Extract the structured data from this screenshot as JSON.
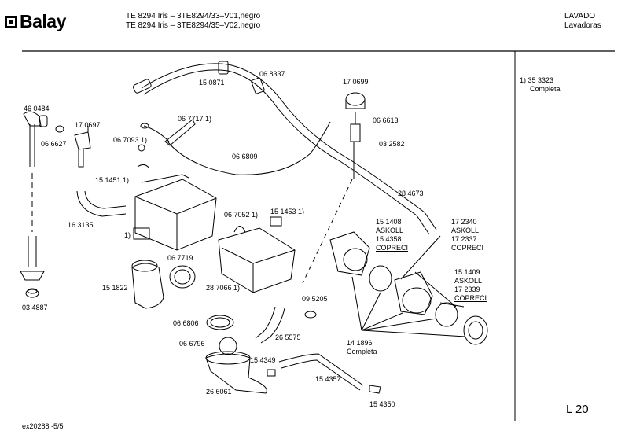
{
  "header": {
    "brand": "Balay",
    "model_line_1": "TE 8294 Iris – 3TE8294/33–V01,negro",
    "model_line_2": "TE 8294 Iris – 3TE8294/35–V02,negro",
    "category_1": "LAVADO",
    "category_2": "Lavadoras"
  },
  "side_note": {
    "ref": "1)  35 3323",
    "desc": "Completa"
  },
  "footer": {
    "doc_code": "ex20288  -5/5",
    "page_label": "L 20"
  },
  "labels": {
    "p460484": "46 0484",
    "p170697": "17 0697",
    "p066627": "06 6627",
    "p038837": "03 4887",
    "p150871": "15 0871",
    "p068337": "06 8337",
    "p170699": "17 0699",
    "p066613": "06 6613",
    "p032582": "03 2582",
    "p067717": "06 7717 1)",
    "p067093": "06 7093 1)",
    "p066809": "06 6809",
    "p151451": "15 1451 1)",
    "p163135": "16 3135",
    "p1": "1)",
    "p284673": "28 4673",
    "p067052": "06 7052 1)",
    "p151453": "15 1453 1)",
    "p067719": "06 7719",
    "p151822": "15 1822",
    "p287066": "28 7066 1)",
    "p095205": "09 5205",
    "p265575": "26 5575",
    "p066806": "06 6806",
    "p066796": "06 6796",
    "p154349": "15 4349",
    "p260061": "26 6061",
    "p154357": "15 4357",
    "p154350": "15 4350",
    "p141896a": "14 1896",
    "p141896b": "Completa",
    "g1_a": "15 1408",
    "g1_b": "ASKOLL",
    "g1_c": "15 4358",
    "g1_d": "COPRECI",
    "g2_a": "17 2340",
    "g2_b": "ASKOLL",
    "g2_c": "17 2337",
    "g2_d": "COPRECI",
    "g3_a": "15 1409",
    "g3_b": "ASKOLL",
    "g3_c": "17 2339",
    "g3_d": "COPRECI"
  }
}
